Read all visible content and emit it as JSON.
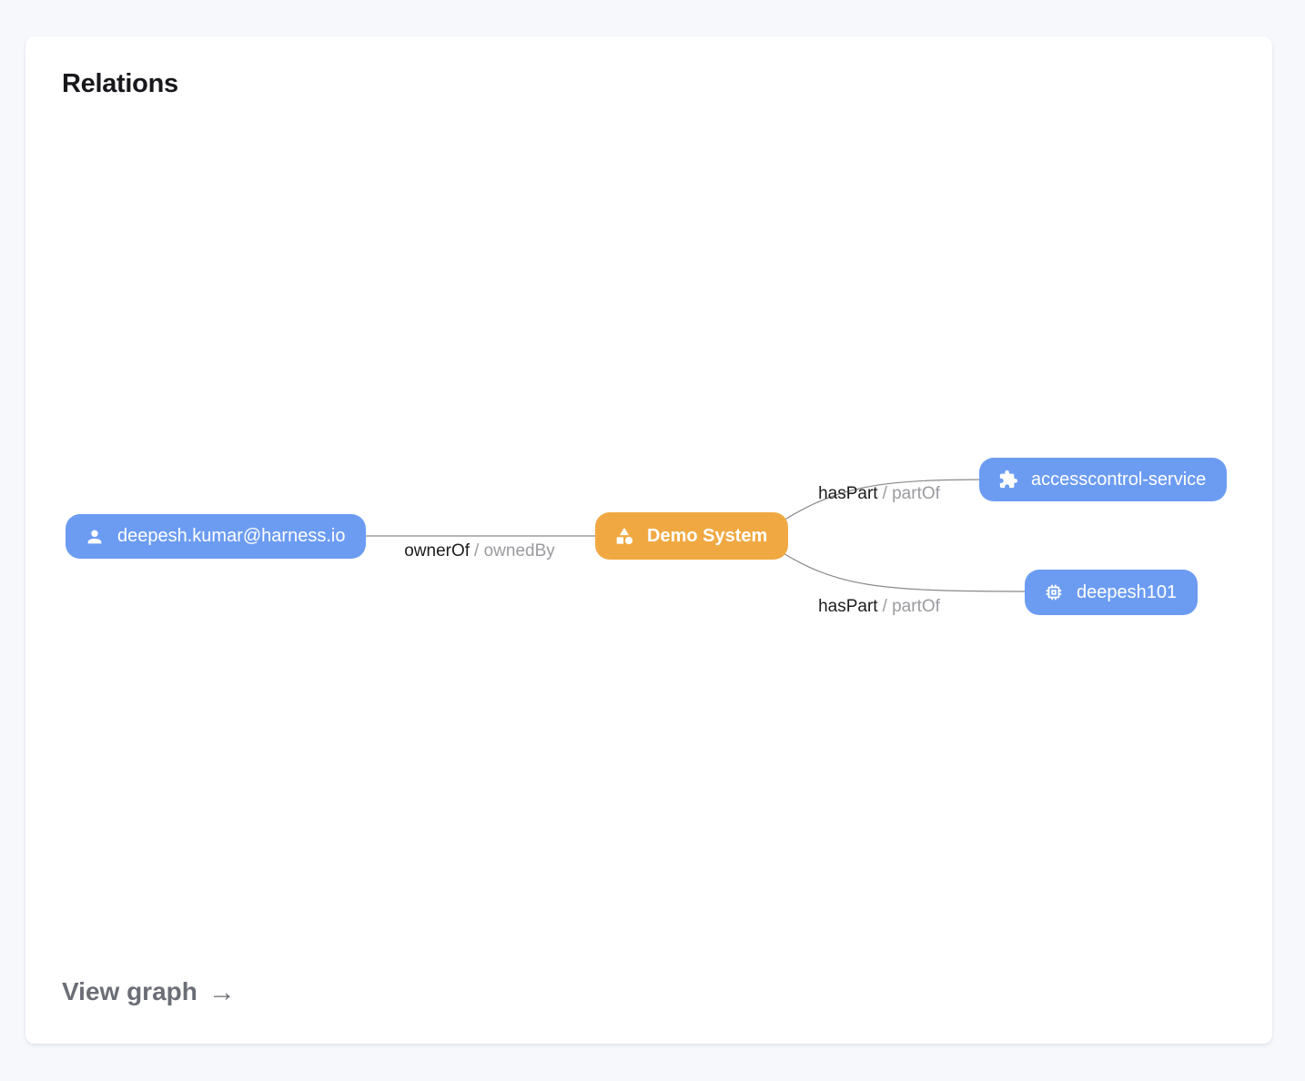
{
  "card": {
    "title": "Relations",
    "footer_link": {
      "label": "View graph",
      "arrow": "→"
    }
  },
  "graph": {
    "nodes": [
      {
        "id": "user",
        "label": "deepesh.kumar@harness.io",
        "icon": "person-icon",
        "color": "#6C9CF2"
      },
      {
        "id": "system",
        "label": "Demo System",
        "icon": "category-shapes-icon",
        "color": "#F0A942"
      },
      {
        "id": "service",
        "label": "accesscontrol-service",
        "icon": "puzzle-piece-icon",
        "color": "#6C9CF2"
      },
      {
        "id": "component",
        "label": "deepesh101",
        "icon": "chip-icon",
        "color": "#6C9CF2"
      }
    ],
    "edges": [
      {
        "from": "user",
        "to": "system",
        "label_primary": "ownerOf",
        "label_secondary": "/ ownedBy"
      },
      {
        "from": "system",
        "to": "service",
        "label_primary": "hasPart",
        "label_secondary": "/ partOf"
      },
      {
        "from": "system",
        "to": "component",
        "label_primary": "hasPart",
        "label_secondary": "/ partOf"
      }
    ]
  },
  "colors": {
    "page_background": "#F6F8FC",
    "card_background": "#FFFFFF",
    "node_blue": "#6C9CF2",
    "node_orange": "#F0A942",
    "edge_line": "#8A8A8A",
    "edge_label_primary": "#1C1C1E",
    "edge_label_secondary": "#9B9BA0",
    "title_color": "#17171C",
    "footer_link_color": "#6B6E76"
  }
}
